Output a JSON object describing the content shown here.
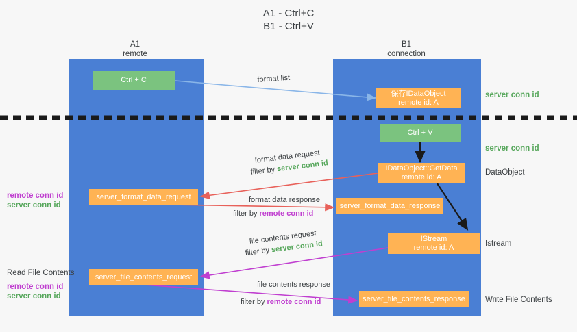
{
  "title": {
    "line1": "A1 - Ctrl+C",
    "line2": "B1 - Ctrl+V"
  },
  "columns": [
    {
      "name": "A1",
      "sub": "remote"
    },
    {
      "name": "B1",
      "sub": "connection"
    }
  ],
  "colors": {
    "panel": "#4a7fd4",
    "node_green": "#7bc37f",
    "node_orange": "#ffb354",
    "accent_green": "#57a75c",
    "accent_magenta": "#c03fd0",
    "arrow_lightblue": "#8ab6e8",
    "arrow_red": "#e8615a",
    "arrow_magenta": "#c03fd0",
    "arrow_black": "#1a1a1a",
    "background": "#f7f7f7",
    "text": "#3c4043"
  },
  "nodes": {
    "ctrl_c": {
      "l1": "Ctrl + C",
      "l2": ""
    },
    "save_idataobject": {
      "l1": "保存IDataObject",
      "l2": "remote id: A"
    },
    "ctrl_v": {
      "l1": "Ctrl + V",
      "l2": ""
    },
    "getdata": {
      "l1": "IDataObject::GetData",
      "l2": "remote id: A"
    },
    "format_data_request": {
      "l1": "server_format_data_request",
      "l2": ""
    },
    "format_data_response": {
      "l1": "server_format_data_response",
      "l2": ""
    },
    "istream": {
      "l1": "IStream",
      "l2": "remote id: A"
    },
    "file_contents_request": {
      "l1": "server_file_contents_request",
      "l2": ""
    },
    "file_contents_response": {
      "l1": "server_file_contents_response",
      "l2": ""
    }
  },
  "right_labels": {
    "server_conn_id_top": "server conn id",
    "server_conn_id_second": "server conn id",
    "dataobject": "DataObject",
    "istream": "Istream",
    "write_file_contents": "Write File Contents"
  },
  "left_labels": {
    "remote_conn_id_mid": "remote conn id",
    "server_conn_id_mid": "server conn id",
    "read_file_contents": "Read File Contents",
    "remote_conn_id_bottom": "remote conn id",
    "server_conn_id_bottom": "server conn id"
  },
  "edge_labels": {
    "format_list": "format list",
    "format_data_request": "format data request",
    "format_data_request_filter_prefix": "filter by ",
    "format_data_request_filter_accent": "server conn id",
    "format_data_response": "format data response",
    "format_data_response_filter_prefix": "filter by ",
    "format_data_response_filter_accent": "remote conn id",
    "file_contents_request": "file contents request",
    "file_contents_request_filter_prefix": "filter by ",
    "file_contents_request_filter_accent": "server conn id",
    "file_contents_response": "file contents response",
    "file_contents_response_filter_prefix": "filter by ",
    "file_contents_response_filter_accent": "remote conn id"
  }
}
